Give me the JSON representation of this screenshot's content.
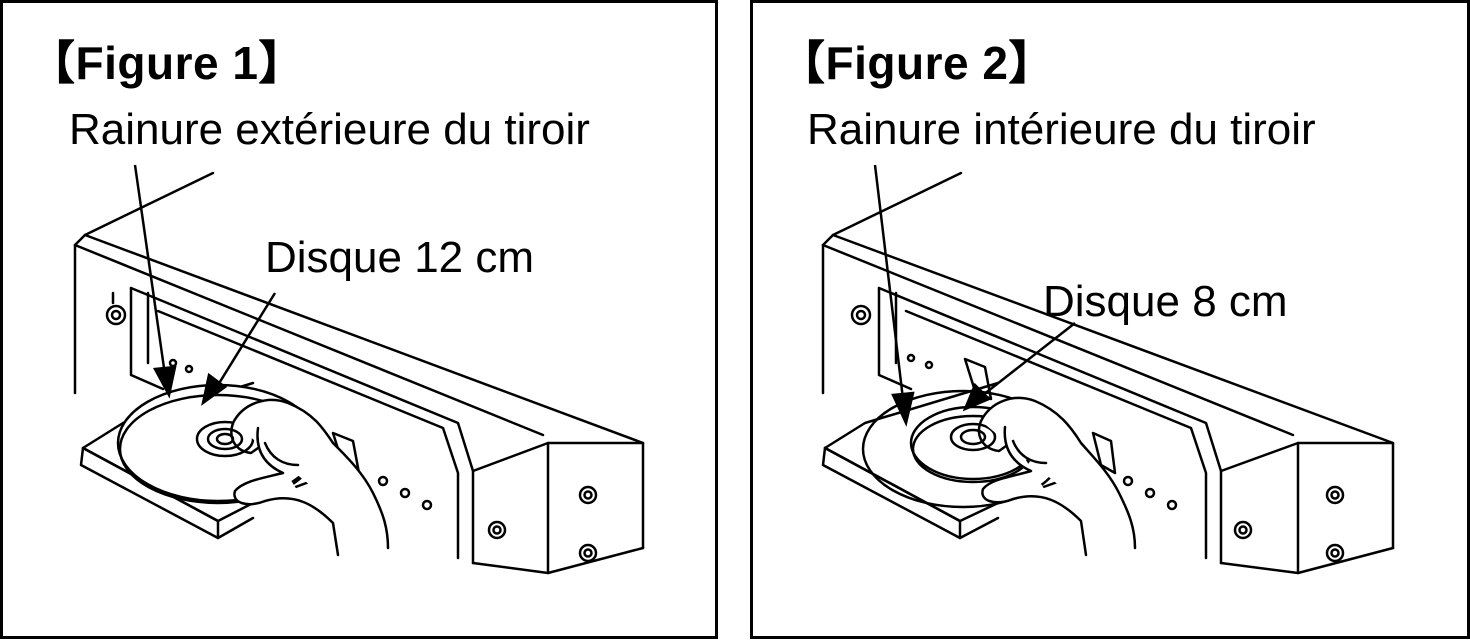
{
  "figures": [
    {
      "title": "【Figure 1】",
      "groove_label": "Rainure extérieure du tiroir",
      "disc_label": "Disque 12 cm"
    },
    {
      "title": "【Figure 2】",
      "groove_label": "Rainure intérieure du tiroir",
      "disc_label": "Disque 8 cm"
    }
  ],
  "colors": {
    "line": "#000000",
    "background": "#ffffff",
    "disc_fill": "#ffffff"
  },
  "icons": [
    "cd-player-illustration",
    "disc-illustration",
    "hand-illustration",
    "pointer-arrow-icon"
  ]
}
